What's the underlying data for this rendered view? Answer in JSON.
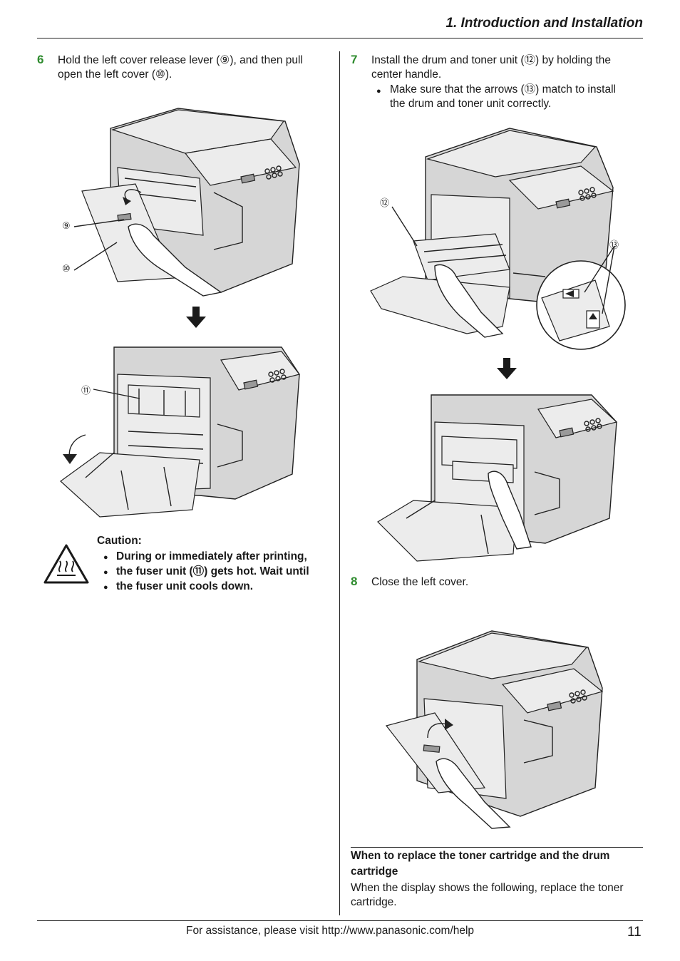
{
  "header": {
    "title": "1. Introduction and Installation"
  },
  "step6": {
    "number": "6",
    "text_line1": "Hold the left cover release lever (⑨), and then pull",
    "text_line2": "open the left cover (⑩).",
    "callouts": [
      "⑨",
      "⑩",
      "⑪"
    ]
  },
  "caution": {
    "title": "Caution:",
    "line1": "During or immediately after printing,",
    "line2": "the fuser unit (⑪) gets hot. Wait until",
    "line3": "the fuser unit cools down."
  },
  "step7": {
    "number": "7",
    "text_line1": "Install the drum and toner unit (⑫) by holding the",
    "text_line2": "center handle.",
    "bullet_line1": "Make sure that the arrows (⑬) match to install",
    "bullet_line2": "the drum and toner unit correctly.",
    "callouts": [
      "⑫",
      "⑬"
    ]
  },
  "step8": {
    "number": "8",
    "text": "Close the left cover."
  },
  "replace_section": {
    "heading_line1": "When to replace the toner cartridge and the drum",
    "heading_line2": "cartridge",
    "body_line1": "When the display shows the following, replace the toner",
    "body_line2": "cartridge."
  },
  "footer": {
    "assistance": "For assistance, please visit http://www.panasonic.com/help",
    "page_number": "11"
  },
  "colors": {
    "step_number": "#2e8b2e",
    "rule": "#222222"
  },
  "icons": [
    "hot-surface-warning-icon",
    "down-arrow-icon",
    "rotate-arrow-icon"
  ]
}
